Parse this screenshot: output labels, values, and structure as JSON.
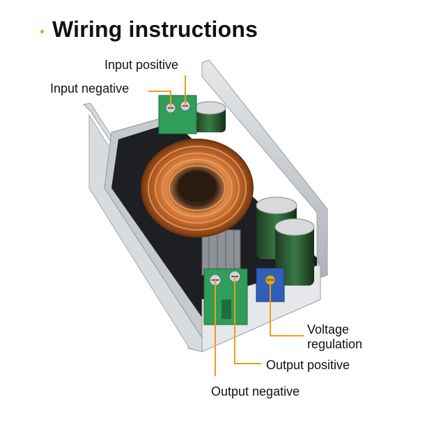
{
  "title": "Wiring instructions",
  "labels": {
    "input_positive": "Input positive",
    "input_negative": "Input negative",
    "voltage_regulation_line1": "Voltage",
    "voltage_regulation_line2": "regulation",
    "output_positive": "Output positive",
    "output_negative": "Output negative"
  },
  "colors": {
    "callout_line": "#f39c12",
    "terminal_green": "#2e9e5a",
    "potentiometer_blue": "#2f5fb8",
    "coil_copper": "#c46a2c"
  },
  "icons": [
    "bullet-dot-icon"
  ]
}
